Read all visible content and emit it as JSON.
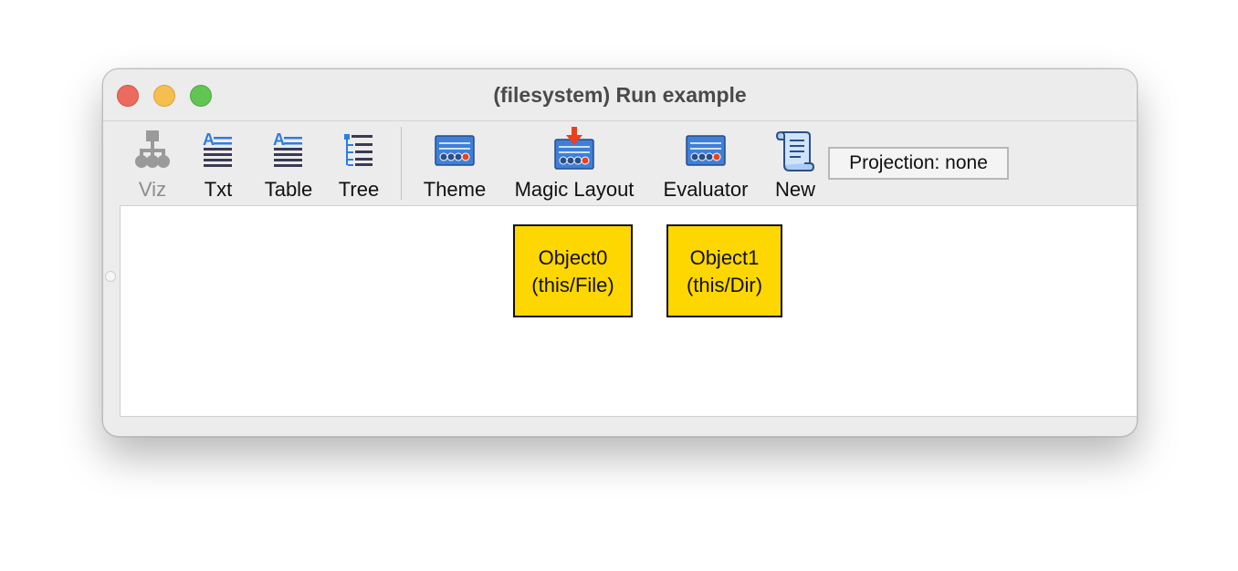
{
  "window": {
    "title": "(filesystem) Run example"
  },
  "toolbar": {
    "items": [
      {
        "label": "Viz",
        "icon": "viz-tree-icon",
        "enabled": false
      },
      {
        "label": "Txt",
        "icon": "txt-icon",
        "enabled": true
      },
      {
        "label": "Table",
        "icon": "table-icon",
        "enabled": true
      },
      {
        "label": "Tree",
        "icon": "tree-icon",
        "enabled": true
      },
      {
        "label": "Theme",
        "icon": "theme-icon",
        "enabled": true
      },
      {
        "label": "Magic Layout",
        "icon": "magic-layout-icon",
        "enabled": true
      },
      {
        "label": "Evaluator",
        "icon": "evaluator-icon",
        "enabled": true
      },
      {
        "label": "New",
        "icon": "new-scroll-icon",
        "enabled": true
      }
    ],
    "projection": "Projection: none"
  },
  "graph": {
    "nodes": [
      {
        "name": "Object0",
        "type": "(this/File)"
      },
      {
        "name": "Object1",
        "type": "(this/Dir)"
      }
    ]
  },
  "colors": {
    "node_fill": "#ffd700",
    "node_border": "#111111",
    "close": "#ed6a5e",
    "minimize": "#f5bf4f",
    "maximize": "#61c554",
    "icon_blue": "#3f7fd8",
    "icon_red": "#e8421c"
  }
}
